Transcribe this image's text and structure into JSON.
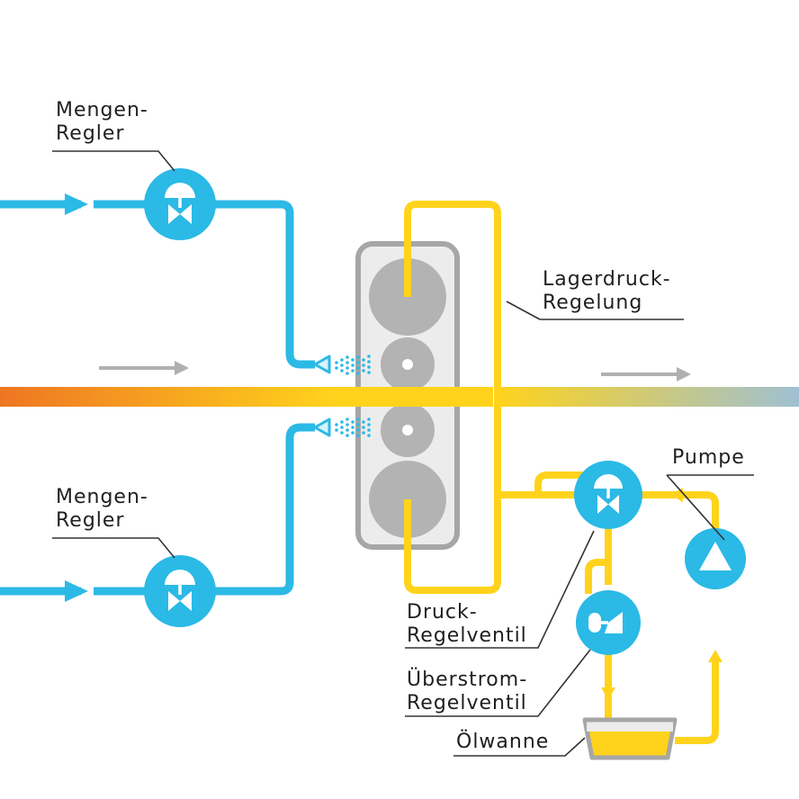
{
  "colors": {
    "water": "#2bb9e6",
    "oil": "#ffd31c",
    "roll": "#b3b3b3",
    "frame": "#a6a6a6",
    "arrow_gray": "#b0b0b0",
    "leader": "#333333",
    "strip_start": "#ee7623",
    "strip_mid": "#ffd31c",
    "strip_end": "#9fc0d3"
  },
  "icons": {
    "flow_valve": "flow-control-valve-icon",
    "pressure_valve": "pressure-control-valve-icon",
    "overflow_valve": "overflow-valve-icon",
    "pump": "pump-triangle-icon",
    "nozzle": "spray-nozzle-icon"
  },
  "labels": {
    "flow_regulator_top": {
      "line1": "Mengen-",
      "line2": "Regler"
    },
    "flow_regulator_bottom": {
      "line1": "Mengen-",
      "line2": "Regler"
    },
    "bearing_pressure": {
      "line1": "Lagerdruck-",
      "line2": "Regelung"
    },
    "pump": "Pumpe",
    "pressure_valve": {
      "line1": "Druck-",
      "line2": "Regelventil"
    },
    "overflow_valve": {
      "line1": "Überstrom-",
      "line2": "Regelventil"
    },
    "oil_pan": "Ölwanne"
  }
}
